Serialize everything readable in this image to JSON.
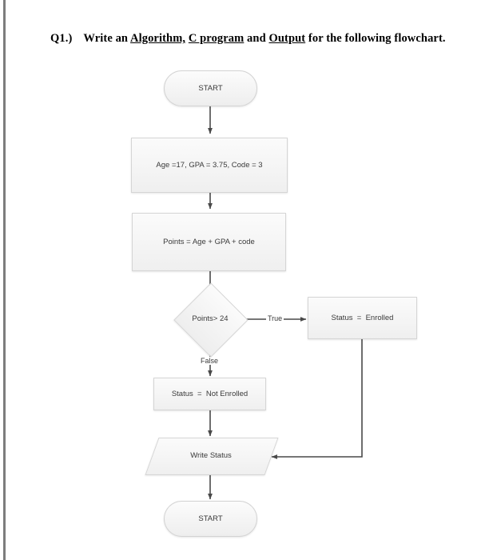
{
  "page": {
    "heading": {
      "q_label": "Q1.)",
      "part1": "Write an ",
      "underline1": "Algorithm,",
      "part2": " ",
      "underline2": "C program",
      "part3": " and ",
      "underline3": "Output",
      "part4": " for the following flowchart."
    }
  },
  "flowchart": {
    "nodes": {
      "start": {
        "label": "START",
        "shape": "terminator"
      },
      "init": {
        "label": "Age =17, GPA = 3.75, Code = 3",
        "shape": "process"
      },
      "compute": {
        "label": "Points = Age + GPA + code",
        "shape": "process"
      },
      "decision": {
        "label": "Points> 24",
        "shape": "decision"
      },
      "enrolled": {
        "label": "Status  =  Enrolled",
        "shape": "process"
      },
      "not_enrolled": {
        "label": "Status  =  Not Enrolled",
        "shape": "process"
      },
      "write_status": {
        "label": "Write Status",
        "shape": "parallelogram"
      },
      "end": {
        "label": "START",
        "shape": "terminator"
      }
    },
    "edge_labels": {
      "true_branch": "True",
      "false_branch": "False"
    },
    "colors": {
      "node_fill": "#f4f4f4",
      "node_border": "#d5d5d5",
      "connector": "#494949",
      "text": "#3a3a3a",
      "page_rule": "#7d7d7d"
    }
  }
}
